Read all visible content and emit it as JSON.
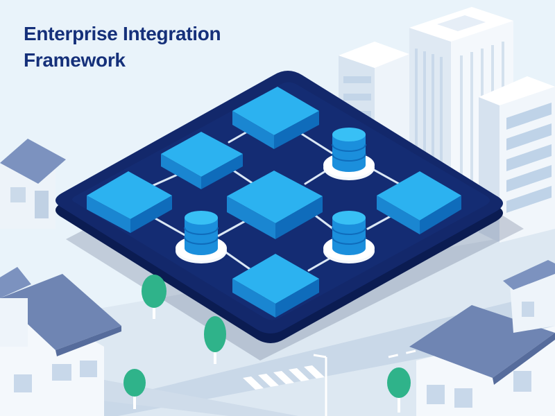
{
  "headline": {
    "line1": "Enterprise Integration",
    "line2": "Framework"
  },
  "colors": {
    "sky": "#e9f3fa",
    "title": "#15307a",
    "platform": "#13286b",
    "platform_edge": "#0b1c52",
    "module_top": "#2cb2f0",
    "module_side_left": "#1a86d1",
    "module_side_right": "#0f6cbb",
    "database": "#2aa8ea",
    "connector": "#dbe8f5",
    "building_light": "#f4f8fc",
    "roof": "#6f85b3",
    "tree": "#2fb38a"
  },
  "icons": [
    "database-icon",
    "module-block",
    "building",
    "house",
    "tree",
    "street-lamp"
  ]
}
